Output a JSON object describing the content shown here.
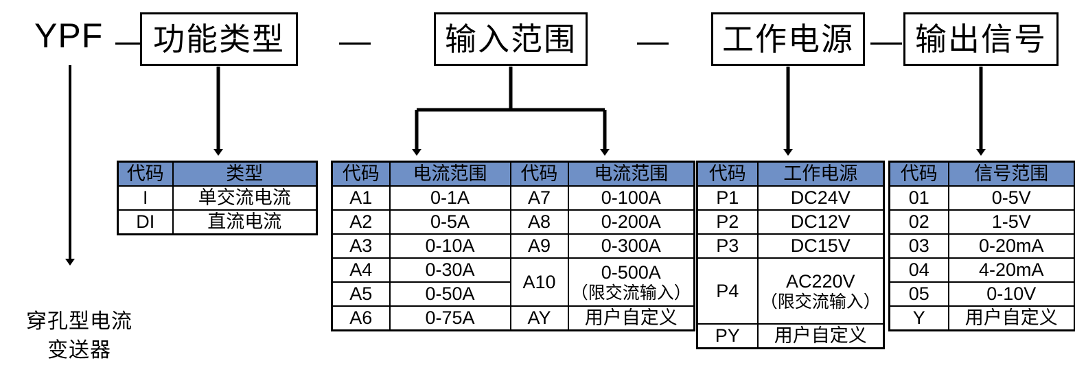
{
  "model_code": {
    "prefix": "YPF",
    "separator": "—",
    "segments": [
      {
        "label": "功能类型"
      },
      {
        "label": "输入范围"
      },
      {
        "label": "工作电源"
      },
      {
        "label": "输出信号"
      }
    ]
  },
  "caption": {
    "line1": "穿孔型电流",
    "line2": "变送器"
  },
  "tables": {
    "function_type": {
      "headers": [
        "代码",
        "类型"
      ],
      "rows": [
        [
          "I",
          "单交流电流"
        ],
        [
          "DI",
          "直流电流"
        ]
      ]
    },
    "input_range_left": {
      "headers": [
        "代码",
        "电流范围"
      ],
      "rows": [
        [
          "A1",
          "0-1A"
        ],
        [
          "A2",
          "0-5A"
        ],
        [
          "A3",
          "0-10A"
        ],
        [
          "A4",
          "0-30A"
        ],
        [
          "A5",
          "0-50A"
        ],
        [
          "A6",
          "0-75A"
        ]
      ]
    },
    "input_range_right": {
      "headers": [
        "代码",
        "电流范围"
      ],
      "rows": [
        [
          "A7",
          "0-100A"
        ],
        [
          "A8",
          "0-200A"
        ],
        [
          "A9",
          "0-300A"
        ],
        [
          "A10",
          "0-500A",
          "（限交流输入）"
        ],
        [
          "AY",
          "用户自定义"
        ]
      ]
    },
    "power_supply": {
      "headers": [
        "代码",
        "工作电源"
      ],
      "rows": [
        [
          "P1",
          "DC24V"
        ],
        [
          "P2",
          "DC12V"
        ],
        [
          "P3",
          "DC15V"
        ],
        [
          "P4",
          "AC220V",
          "（限交流输入）"
        ],
        [
          "PY",
          "用户自定义"
        ]
      ]
    },
    "output_signal": {
      "headers": [
        "代码",
        "信号范围"
      ],
      "rows": [
        [
          "01",
          "0-5V"
        ],
        [
          "02",
          "1-5V"
        ],
        [
          "03",
          "0-20mA"
        ],
        [
          "04",
          "4-20mA"
        ],
        [
          "05",
          "0-10V"
        ],
        [
          "Y",
          "用户自定义"
        ]
      ]
    }
  },
  "colors": {
    "header_blue": "#6f90c6",
    "line": "#000000",
    "background": "#ffffff"
  }
}
